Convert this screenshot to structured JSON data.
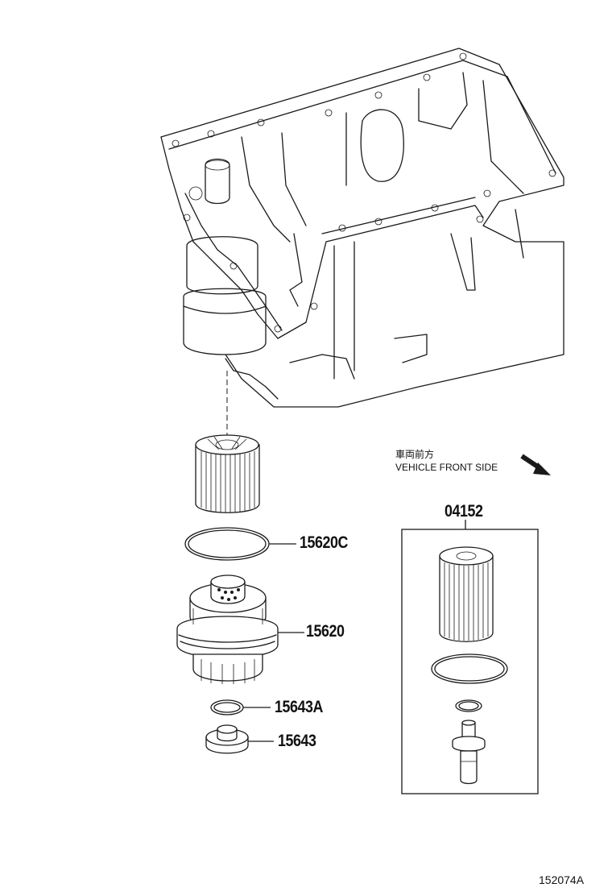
{
  "diagram": {
    "direction_label_jp": "車両前方",
    "direction_label_en": "VEHICLE FRONT SIDE",
    "direction_arrow_icon": "arrow-down-right-icon",
    "reference_code": "152074A",
    "parts": {
      "gasket": "15620C",
      "cap": "15620",
      "small_gasket": "15643A",
      "plug": "15643",
      "kit": "04152"
    }
  }
}
